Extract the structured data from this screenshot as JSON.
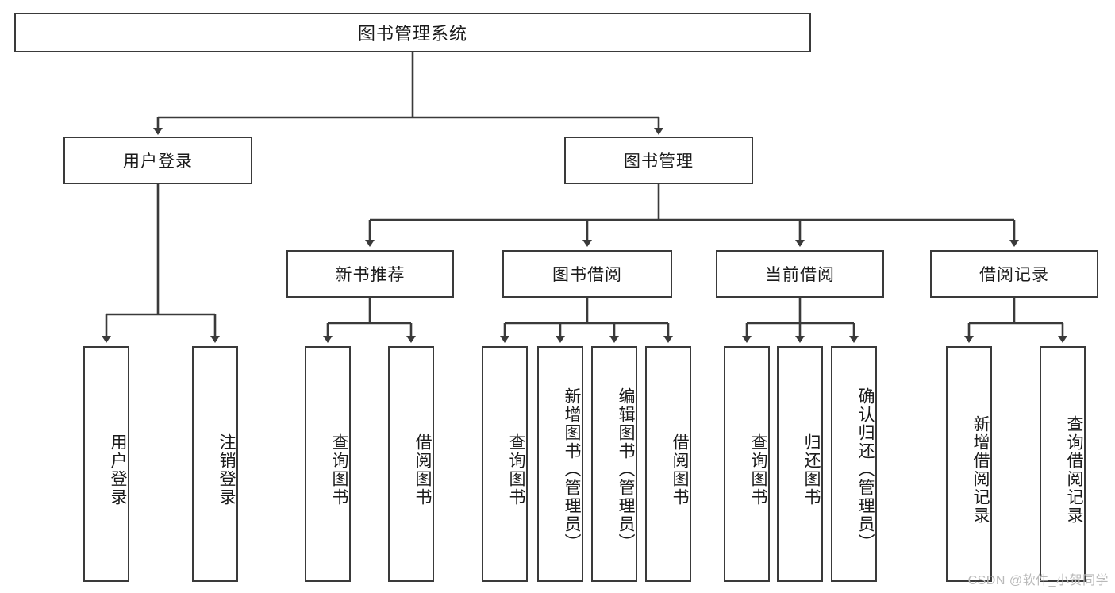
{
  "diagram": {
    "title": "图书管理系统",
    "type": "tree-hierarchy",
    "stroke_color": "#3a3a3a",
    "background_color": "#ffffff",
    "root": {
      "label": "图书管理系统"
    },
    "level2": [
      {
        "label": "用户登录"
      },
      {
        "label": "图书管理"
      }
    ],
    "level3": [
      {
        "label": "新书推荐"
      },
      {
        "label": "图书借阅"
      },
      {
        "label": "当前借阅"
      },
      {
        "label": "借阅记录"
      }
    ],
    "leaves": {
      "user_login": [
        {
          "label": "用户登录"
        },
        {
          "label": "注销登录"
        }
      ],
      "new_book_recommend": [
        {
          "label": "查询图书"
        },
        {
          "label": "借阅图书"
        }
      ],
      "book_borrow": [
        {
          "label": "查询图书"
        },
        {
          "label": "新增图书（管理员）"
        },
        {
          "label": "编辑图书（管理员）"
        },
        {
          "label": "借阅图书"
        }
      ],
      "current_borrow": [
        {
          "label": "查询图书"
        },
        {
          "label": "归还图书"
        },
        {
          "label": "确认归还（管理员）"
        }
      ],
      "borrow_record": [
        {
          "label": "新增借阅记录"
        },
        {
          "label": "查询借阅记录"
        }
      ]
    }
  },
  "watermark": {
    "text": "CSDN @软件_小贺同学"
  }
}
